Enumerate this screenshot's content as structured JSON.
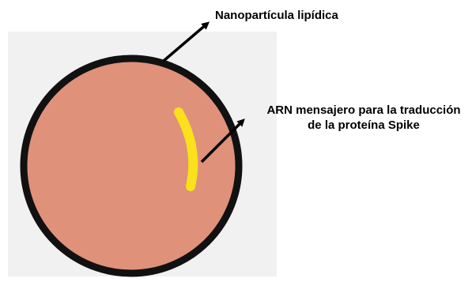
{
  "diagram": {
    "labels": {
      "nanoparticle": "Nanopartícula lipídica",
      "mrna_line1": "ARN mensajero para la traducción",
      "mrna_line2": "de la proteína Spike"
    },
    "colors": {
      "background": "#ffffff",
      "panel": "#f1f1f1",
      "particle_fill": "#df917a",
      "particle_border": "#111111",
      "mrna_strand": "#fae11b",
      "arrow": "#000000"
    }
  }
}
